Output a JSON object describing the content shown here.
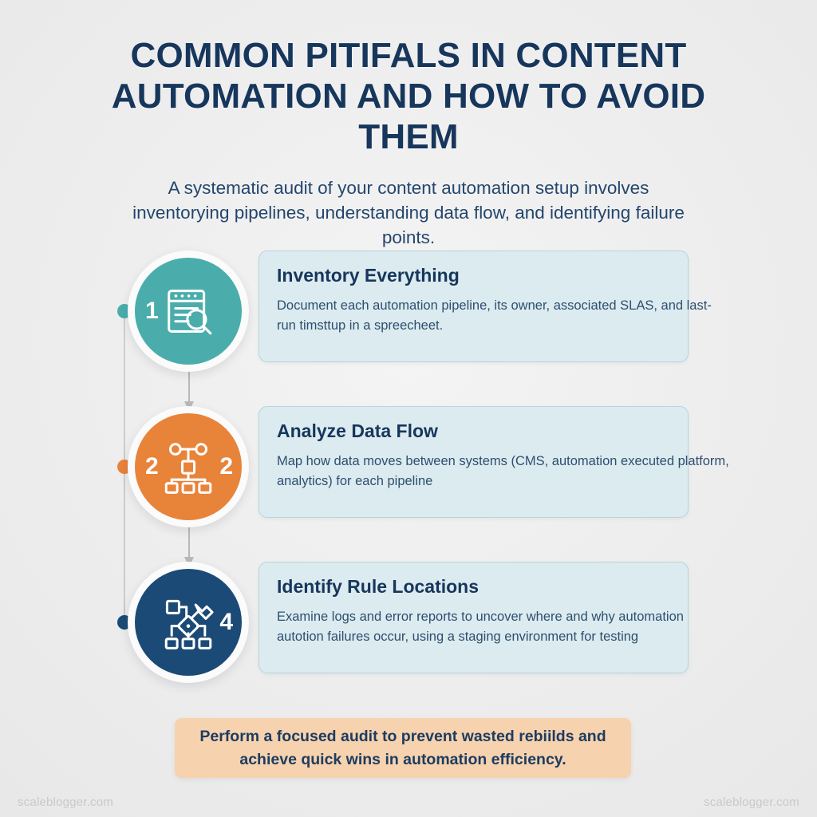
{
  "header": {
    "title": "COMMON PITIFALS IN CONTENT AUTOMATION AND HOW TO AVOID THEM",
    "subtitle": "A systematic audit of your content automation setup involves inventorying pipelines, understanding data flow, and identifying failure points."
  },
  "steps": [
    {
      "badge_number_left": "1",
      "badge_number_right": "",
      "badge_color": "#4aadac",
      "icon": "document-search-icon",
      "dot_color": "#4aadac",
      "title": "Inventory Everything",
      "description": "Document each automation pipeline, its owner, associated SLAS, and last-run timsttup in a spreecheet."
    },
    {
      "badge_number_left": "2",
      "badge_number_right": "2",
      "badge_color": "#e8833a",
      "icon": "data-flow-diagram-icon",
      "dot_color": "#e8833a",
      "title": "Analyze Data Flow",
      "description": "Map how data moves between systems (CMS, automation executed platform, analytics) for each pipeline"
    },
    {
      "badge_number_left": "",
      "badge_number_right": "4",
      "badge_color": "#1b4a76",
      "icon": "flowchart-wrench-icon",
      "dot_color": "#1b4a76",
      "title": "Identify Rule Locations",
      "description": "Examine logs and error reports to uncover where and why automation autotion failures occur, using a staging environment for testing"
    }
  ],
  "callout": {
    "text": "Perform a focused audit to prevent wasted rebiilds and achieve quick wins in automation efficiency.",
    "background_color": "#f6d2ae"
  },
  "watermark": {
    "left": "scaleblogger.com",
    "right": "scaleblogger.com"
  },
  "colors": {
    "page_background": "#efefef",
    "heading_navy": "#17365c",
    "card_background": "#dcebef",
    "card_border": "#b8d4dd",
    "teal": "#4aadac",
    "orange": "#e8833a",
    "navy": "#1b4a76"
  }
}
